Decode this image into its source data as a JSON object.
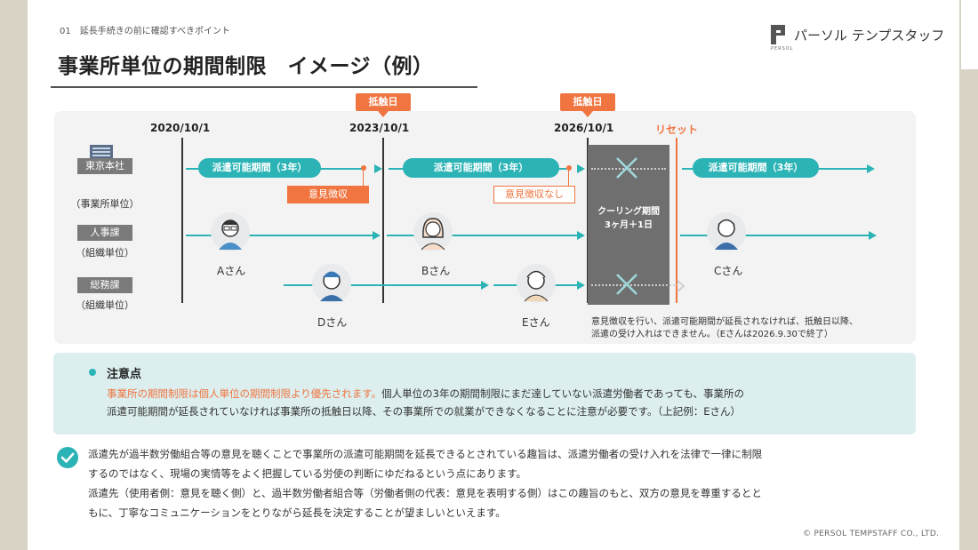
{
  "header": {
    "section": "01　延長手続きの前に確認すべきポイント",
    "title": "事業所単位の期間制限　イメージ（例）",
    "logo_text": "パーソル テンプスタッフ",
    "logo_sub": "PERSOL"
  },
  "diagram": {
    "rows": [
      {
        "label": "東京本社",
        "sub": "（事業所単位）"
      },
      {
        "label": "人事課",
        "sub": "（組織単位）"
      },
      {
        "label": "総務課",
        "sub": "（組織単位）"
      }
    ],
    "dates": [
      "2020/10/1",
      "2023/10/1",
      "2026/10/1"
    ],
    "tag": "抵触日",
    "reset": "リセット",
    "period_label": "派遣可能期間（3年）",
    "opinion_collected": "意見徴収",
    "opinion_none": "意見徴収なし",
    "cooling": [
      "クーリング期間",
      "3ヶ月＋1日"
    ],
    "people": [
      "Aさん",
      "Bさん",
      "Cさん",
      "Dさん",
      "Eさん"
    ],
    "note": [
      "意見徴収を行い、派遣可能期間が延長されなければ、抵触日以降、",
      "派遣の受け入れはできません。（Eさんは2026.9.30で終了）"
    ]
  },
  "caution": {
    "heading": "注意点",
    "highlight": "事業所の期間制限は個人単位の期間制限より優先されます。",
    "line1_rest": "個人単位の3年の期間制限にまだ達していない派遣労働者であっても、事業所の",
    "line2": "派遣可能期間が延長されていなければ事業所の抵触日以降、その事業所での就業ができなくなることに注意が必要です。（上記例：Eさん）"
  },
  "body": {
    "lines": [
      "派遣先が過半数労働組合等の意見を聴くことで事業所の派遣可能期間を延長できるとされている趣旨は、派遣労働者の受け入れを法律で一律に制限",
      "するのではなく、現場の実情等をよく把握している労使の判断にゆだねるという点にあります。",
      "派遣先（使用者側：意見を聴く側）と、過半数労働者組合等（労働者側の代表：意見を表明する側）はこの趣旨のもと、双方の意見を尊重するとと",
      "もに、丁寧なコミュニケーションをとりながら延長を決定することが望ましいといえます。"
    ]
  },
  "footer": {
    "copyright": "© PERSOL TEMPSTAFF CO., LTD."
  },
  "colors": {
    "accent": "#2bb3b6",
    "orange": "#f07540",
    "gray": "#7a7a7a"
  }
}
